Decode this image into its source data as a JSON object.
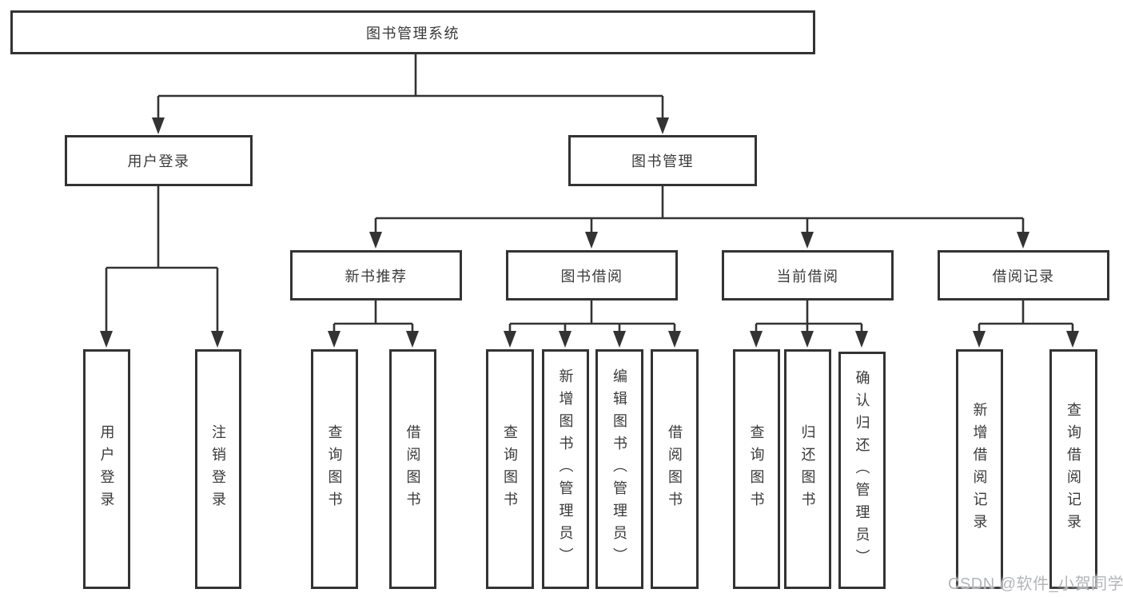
{
  "tree": {
    "label": "图书管理系统",
    "children": [
      {
        "label": "用户登录",
        "children": [
          {
            "label": "用户登录"
          },
          {
            "label": "注销登录"
          }
        ]
      },
      {
        "label": "图书管理",
        "children": [
          {
            "label": "新书推荐",
            "children": [
              {
                "label": "查询图书"
              },
              {
                "label": "借阅图书"
              }
            ]
          },
          {
            "label": "图书借阅",
            "children": [
              {
                "label": "查询图书"
              },
              {
                "label": "新增图书（管理员）"
              },
              {
                "label": "编辑图书（管理员）"
              },
              {
                "label": "借阅图书"
              }
            ]
          },
          {
            "label": "当前借阅",
            "children": [
              {
                "label": "查询图书"
              },
              {
                "label": "归还图书"
              },
              {
                "label": "确认归还（管理员）"
              }
            ]
          },
          {
            "label": "借阅记录",
            "children": [
              {
                "label": "新增借阅记录"
              },
              {
                "label": "查询借阅记录"
              }
            ]
          }
        ]
      }
    ]
  },
  "watermark": "CSDN @软件_小贺同学",
  "colors": {
    "line": "#333333",
    "text": "#3a3a3a",
    "watermark": "#b3b5b9",
    "background": "#ffffff"
  }
}
